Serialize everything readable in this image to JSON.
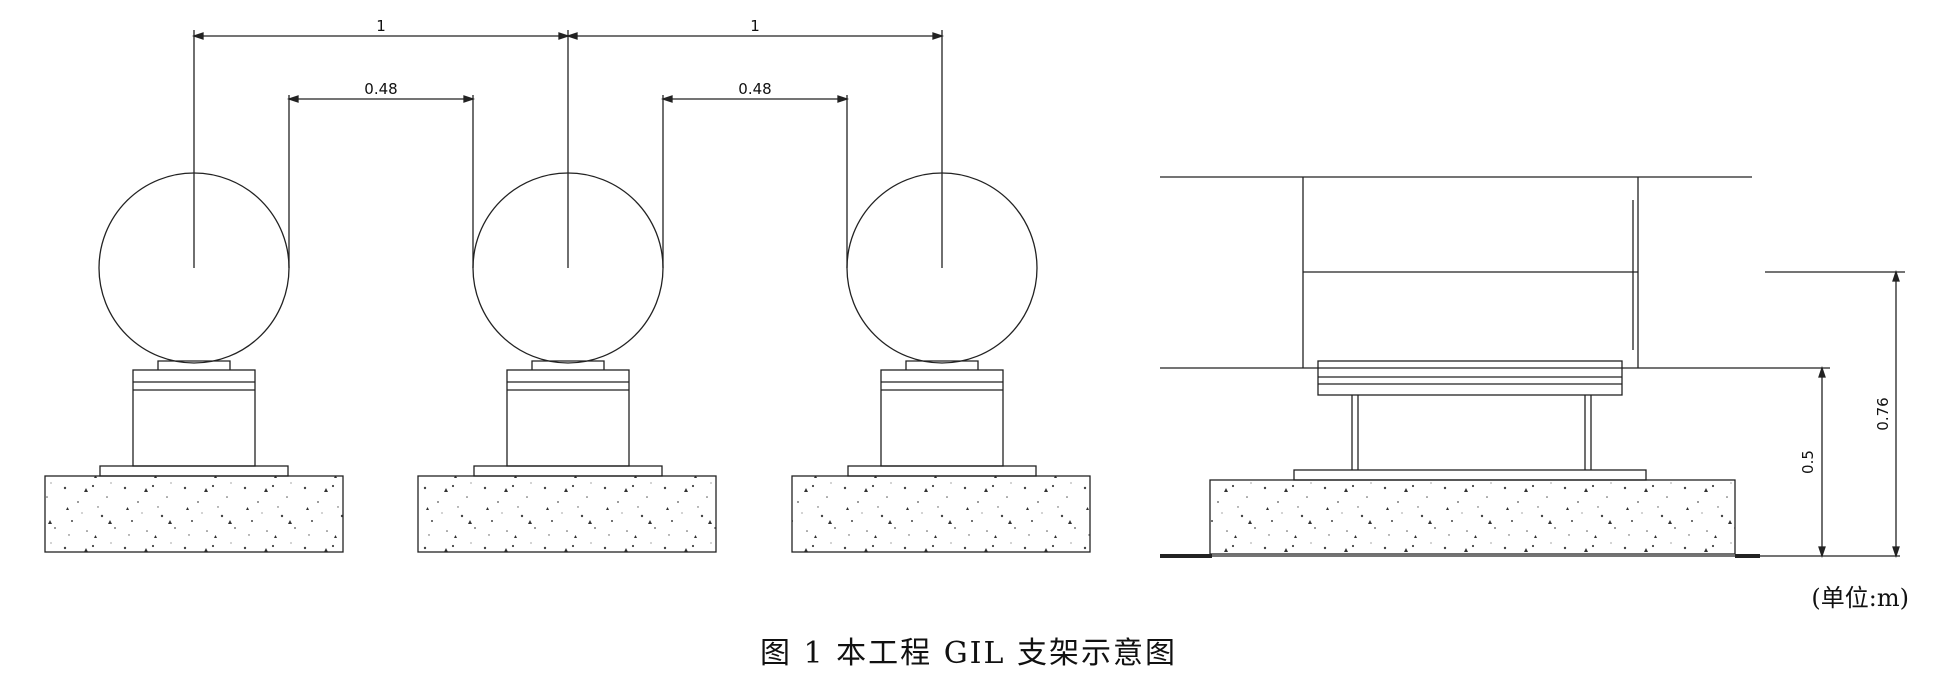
{
  "front_view": {
    "pitch_label_1": "1",
    "pitch_label_2": "1",
    "gap_label_1": "0.48",
    "gap_label_2": "0.48"
  },
  "side_view": {
    "height_label_top": "0.76",
    "height_label_support": "0.5"
  },
  "unit_note": "(单位:m)",
  "caption": "图 1  本工程 GIL 支架示意图"
}
